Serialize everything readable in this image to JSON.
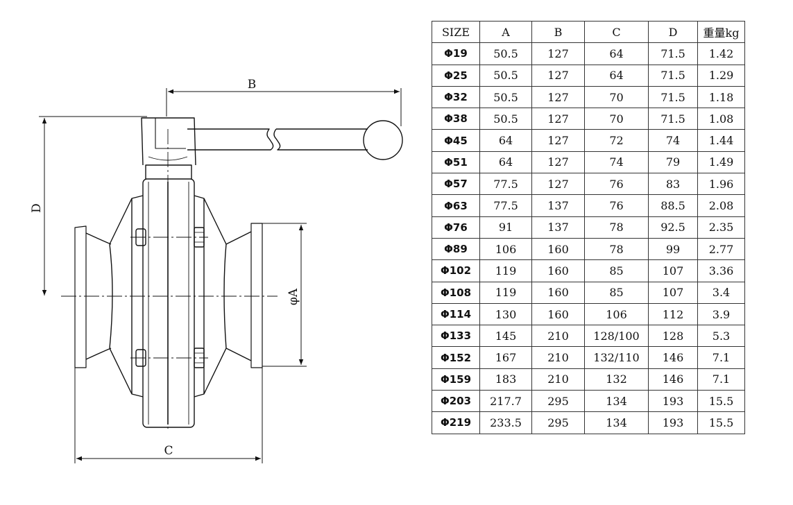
{
  "drawing": {
    "labels": {
      "b": "B",
      "d": "D",
      "c": "C",
      "a": "φA"
    }
  },
  "table": {
    "headers": [
      "SIZE",
      "A",
      "B",
      "C",
      "D",
      "重量kg"
    ],
    "rows": [
      [
        "Φ19",
        "50.5",
        "127",
        "64",
        "71.5",
        "1.42"
      ],
      [
        "Φ25",
        "50.5",
        "127",
        "64",
        "71.5",
        "1.29"
      ],
      [
        "Φ32",
        "50.5",
        "127",
        "70",
        "71.5",
        "1.18"
      ],
      [
        "Φ38",
        "50.5",
        "127",
        "70",
        "71.5",
        "1.08"
      ],
      [
        "Φ45",
        "64",
        "127",
        "72",
        "74",
        "1.44"
      ],
      [
        "Φ51",
        "64",
        "127",
        "74",
        "79",
        "1.49"
      ],
      [
        "Φ57",
        "77.5",
        "127",
        "76",
        "83",
        "1.96"
      ],
      [
        "Φ63",
        "77.5",
        "137",
        "76",
        "88.5",
        "2.08"
      ],
      [
        "Φ76",
        "91",
        "137",
        "78",
        "92.5",
        "2.35"
      ],
      [
        "Φ89",
        "106",
        "160",
        "78",
        "99",
        "2.77"
      ],
      [
        "Φ102",
        "119",
        "160",
        "85",
        "107",
        "3.36"
      ],
      [
        "Φ108",
        "119",
        "160",
        "85",
        "107",
        "3.4"
      ],
      [
        "Φ114",
        "130",
        "160",
        "106",
        "112",
        "3.9"
      ],
      [
        "Φ133",
        "145",
        "210",
        "128/100",
        "128",
        "5.3"
      ],
      [
        "Φ152",
        "167",
        "210",
        "132/110",
        "146",
        "7.1"
      ],
      [
        "Φ159",
        "183",
        "210",
        "132",
        "146",
        "7.1"
      ],
      [
        "Φ203",
        "217.7",
        "295",
        "134",
        "193",
        "15.5"
      ],
      [
        "Φ219",
        "233.5",
        "295",
        "134",
        "193",
        "15.5"
      ]
    ]
  }
}
